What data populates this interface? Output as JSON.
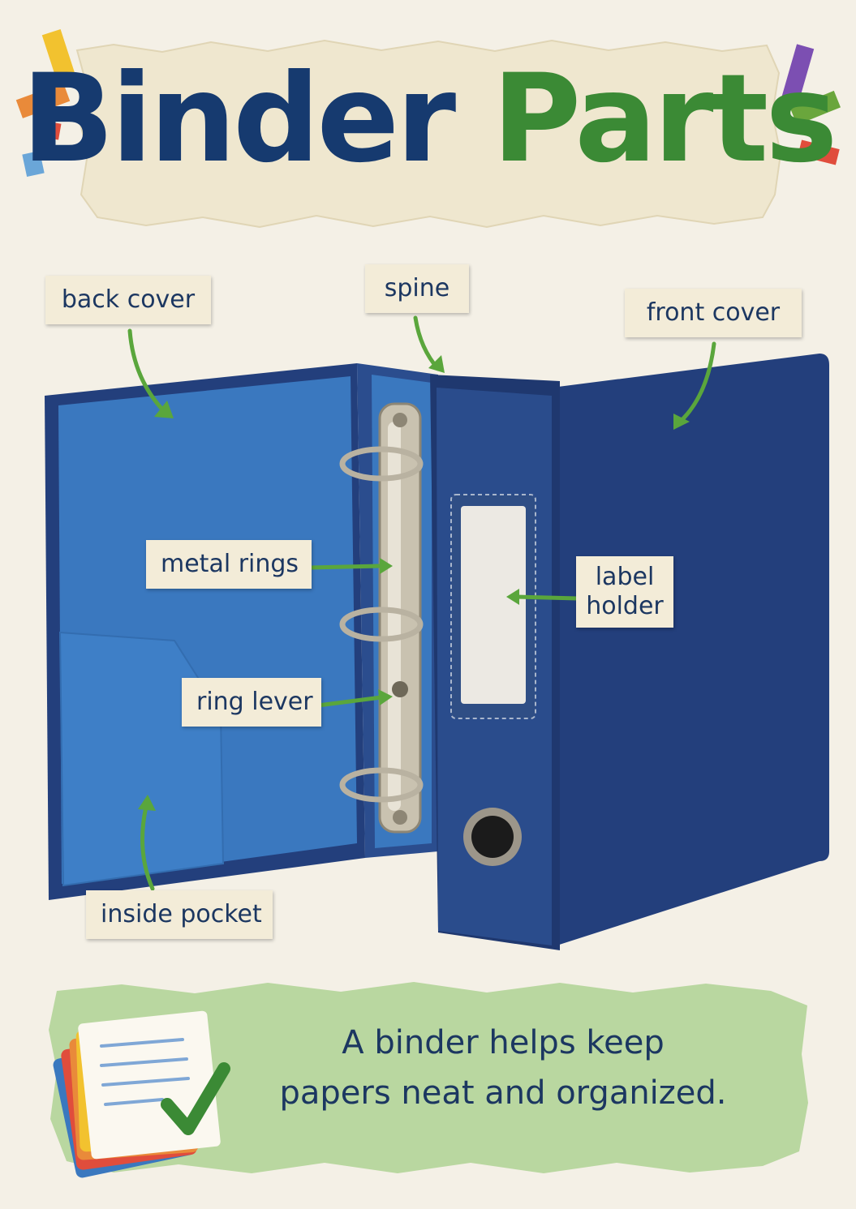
{
  "title": {
    "word1": "Binder",
    "word2": "Parts"
  },
  "labels": {
    "back_cover": "back cover",
    "spine": "spine",
    "front_cover": "front cover",
    "metal_rings": "metal rings",
    "label_holder_line1": "label",
    "label_holder_line2": "holder",
    "ring_lever": "ring lever",
    "inside_pocket": "inside pocket"
  },
  "footer": {
    "line1": "A binder helps keep",
    "line2": "papers neat and organized."
  },
  "colors": {
    "title_blue": "#163a6f",
    "title_green": "#3b8a35",
    "binder_navy": "#233f7c",
    "binder_inner": "#3a78bf",
    "arrow_green": "#5aa63c",
    "label_paper": "#f3ecd8",
    "footer_green": "#b9d7a0"
  }
}
